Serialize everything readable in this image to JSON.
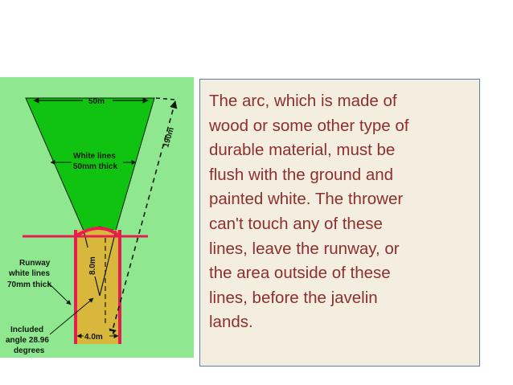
{
  "diagram": {
    "labels": {
      "top_width": "50m",
      "sector_length": "190m",
      "white_lines_1": "White lines",
      "white_lines_2": "50mm thick",
      "runway_depth": "8.0m",
      "runway_1": "Runway",
      "runway_2": "white lines",
      "runway_3": "70mm thick",
      "runway_width": "4.0m",
      "angle_1": "Included",
      "angle_2": "angle 28.96",
      "angle_3": "degrees"
    },
    "colors": {
      "background": "#8fe88f",
      "sector": "#11c311",
      "runway": "#d9b63c",
      "arc": "#e51e4f"
    }
  },
  "text_box": {
    "lines": [
      "The arc, which is made of",
      "wood or some other type of",
      "durable material, must be",
      "flush with the ground and",
      "painted white. The thrower",
      "can't touch any of these",
      "lines, leave the runway, or",
      "the area outside of these",
      "lines, before the javelin",
      "lands."
    ]
  }
}
